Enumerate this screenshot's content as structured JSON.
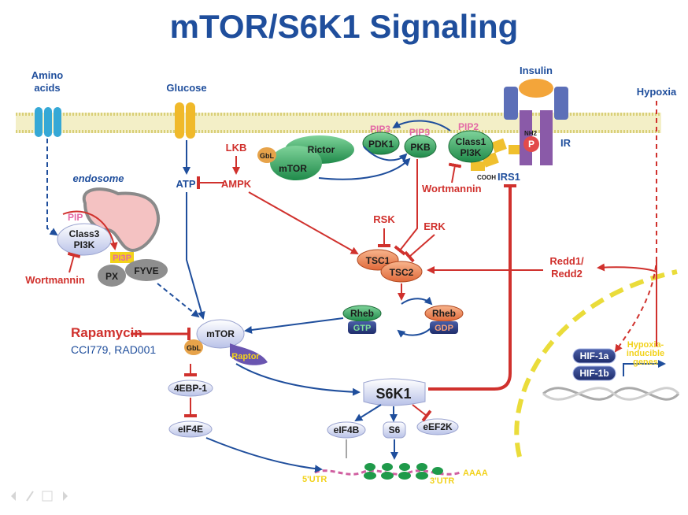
{
  "title": "mTOR/S6K1 Signaling",
  "inputs": {
    "amino_acids": [
      "Amino",
      "acids"
    ],
    "glucose": "Glucose",
    "insulin": "Insulin",
    "hypoxia": "Hypoxia"
  },
  "nodes": {
    "endosome": "endosome",
    "pip": "PIP",
    "class3": "Class3",
    "pi3k": "PI3K",
    "pi3p": "PI3P",
    "px": "PX",
    "fyve": "FYVE",
    "wortmannin": "Wortmannin",
    "atp": "ATP",
    "lkb": "LKB",
    "ampk": "AMPK",
    "gbl": "GbL",
    "mtor": "mTOR",
    "rictor": "Rictor",
    "pip3_a": "PIP3",
    "pip3_b": "PIP3",
    "pip2": "PIP2",
    "pdk1": "PDK1",
    "pkb": "PKB",
    "class1": "Class1",
    "class1_pi3k": "PI3K",
    "nh2": "NH2",
    "cooh": "COOH",
    "p": "P",
    "ir": "IR",
    "irs1": "IRS1",
    "rsk": "RSK",
    "erk": "ERK",
    "tsc1": "TSC1",
    "tsc2": "TSC2",
    "redd": [
      "Redd1/",
      "Redd2"
    ],
    "rheb": "Rheb",
    "gtp": "GTP",
    "gdp": "GDP",
    "rapamycin": "Rapamycin",
    "rapalogs": "CCI779, RAD001",
    "raptor": "Raptor",
    "ebp1": "4EBP-1",
    "eif4e": "eIF4E",
    "s6k1": "S6K1",
    "eif4b": "eIF4B",
    "s6": "S6",
    "eef2k": "eEF2K",
    "hif1a": "HIF-1a",
    "hif1b": "HIF-1b",
    "hypoxia_genes": [
      "Hypoxia-",
      "inducible",
      "genes"
    ],
    "utr5": "5'UTR",
    "utr3": "3'UTR",
    "polya": "AAAA"
  },
  "colors": {
    "title": "#1f4e9c",
    "activation": "#1f4e9c",
    "inhibition": "#d0312d",
    "membrane": "#e9e4a6",
    "receptor": "#8a5aa8",
    "mtor_green": "#2e9e5b",
    "pink_text": "#e36aa6",
    "yellow": "#f2d21b"
  }
}
